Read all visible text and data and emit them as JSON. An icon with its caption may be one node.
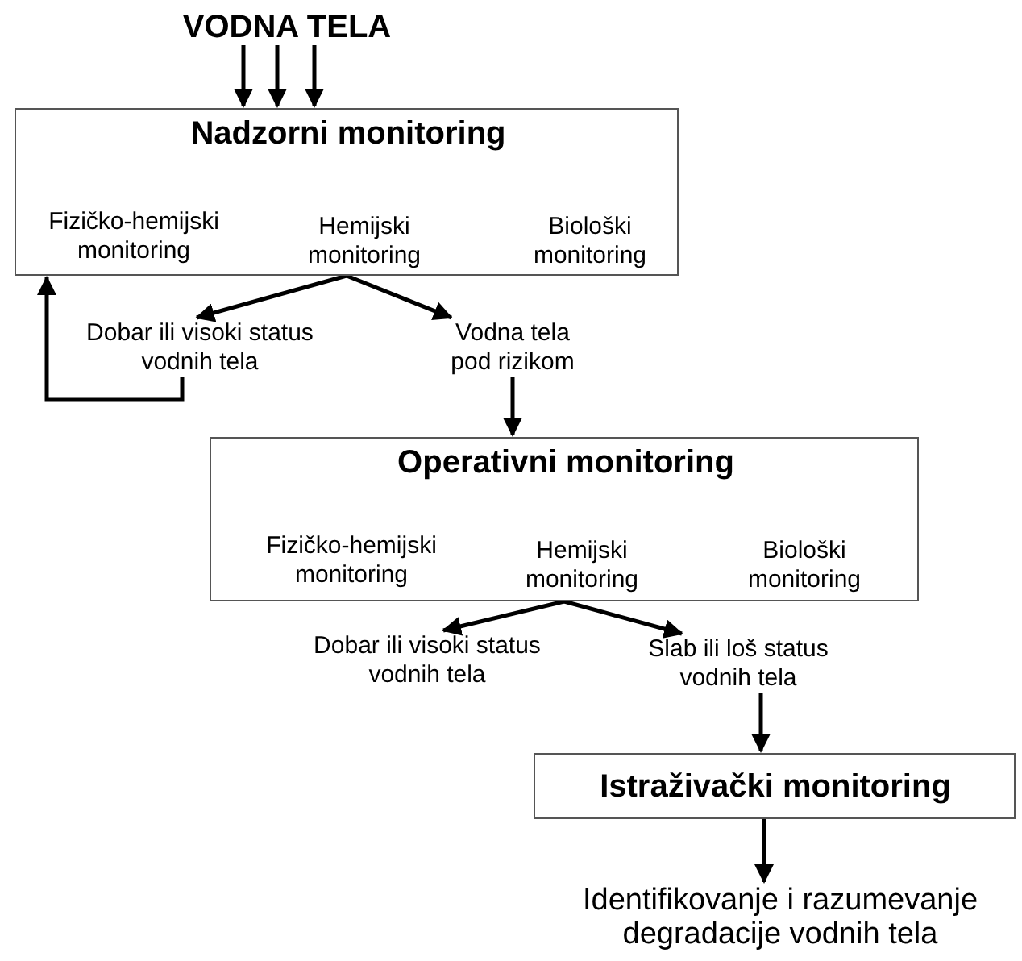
{
  "diagram": {
    "nodes": [
      {
        "text": [
          "VODNA TELA"
        ]
      },
      {
        "text": [
          "Nadzorni monitoring",
          "Fizičko-hemijski monitoring",
          "Hemijski monitoring",
          "Biološki monitoring"
        ]
      },
      {
        "text": [
          "Dobar ili visoki status vodnih tela"
        ]
      },
      {
        "text": [
          "Vodna tela pod rizikom"
        ]
      },
      {
        "text": [
          "Operativni monitoring",
          "Fizičko-hemijski monitoring",
          "Hemijski monitoring",
          "Biološki monitoring"
        ]
      },
      {
        "text": [
          "Dobar ili visoki status vodnih tela"
        ]
      },
      {
        "text": [
          "Slab ili loš status vodnih tela"
        ]
      },
      {
        "text": [
          "Istraživački monitoring"
        ]
      },
      {
        "text": [
          "Identifikovanje i razumevanje degradacije vodnih tela"
        ]
      }
    ],
    "edges": [
      {
        "from": 0,
        "to": 1,
        "arrow": "to"
      },
      {
        "from": 0,
        "to": 1,
        "arrow": "to"
      },
      {
        "from": 0,
        "to": 1,
        "arrow": "to"
      },
      {
        "from": 1,
        "to": 2,
        "arrow": "to"
      },
      {
        "from": 1,
        "to": 3,
        "arrow": "to"
      },
      {
        "from": 2,
        "to": 1,
        "arrow": "to"
      },
      {
        "from": 3,
        "to": 4,
        "arrow": "to"
      },
      {
        "from": 4,
        "to": 5,
        "arrow": "to"
      },
      {
        "from": 4,
        "to": 6,
        "arrow": "to"
      },
      {
        "from": 6,
        "to": 7,
        "arrow": "to"
      },
      {
        "from": 7,
        "to": 8,
        "arrow": "to"
      }
    ]
  }
}
